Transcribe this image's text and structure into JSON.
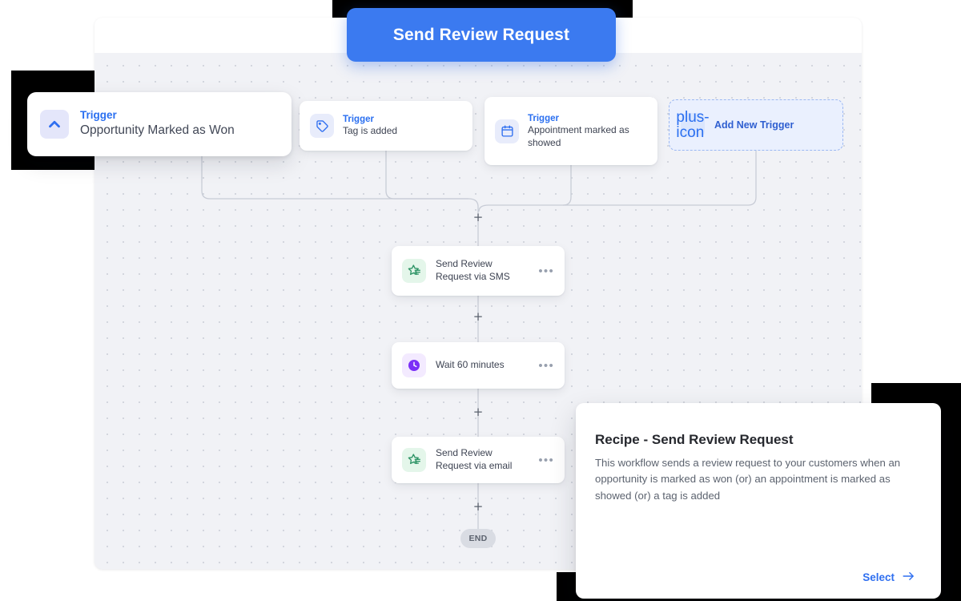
{
  "header_button": {
    "label": "Send Review Request",
    "color": "#3b7af0"
  },
  "canvas": {
    "toolbar": {
      "items": []
    },
    "triggers": [
      {
        "icon": "chevron-up-icon",
        "kicker": "Trigger",
        "title": "Opportunity Marked as Won"
      },
      {
        "icon": "tag-icon",
        "kicker": "Trigger",
        "title": "Tag is added"
      },
      {
        "icon": "calendar-icon",
        "kicker": "Trigger",
        "title": "Appointment marked as showed"
      }
    ],
    "add_trigger": {
      "icon": "plus-icon",
      "label": "Add New Trigger"
    },
    "actions": [
      {
        "icon": "review-star-icon",
        "label": "Send Review Request via SMS",
        "menu": "•••",
        "accent": "#e4f6ea"
      },
      {
        "icon": "clock-icon",
        "label": "Wait 60 minutes",
        "menu": "•••",
        "accent": "#f3eaff"
      },
      {
        "icon": "review-star-icon",
        "label": "Send Review Request via email",
        "menu": "•••",
        "accent": "#e4f6ea"
      }
    ],
    "connector_plus": "+",
    "end_label": "END"
  },
  "recipe": {
    "title": "Recipe - Send Review Request",
    "description": "This workflow sends a review request to your customers when an opportunity is marked as won (or) an appointment is marked as showed (or) a tag is added",
    "select_label": "Select",
    "select_icon": "arrow-right-icon"
  }
}
